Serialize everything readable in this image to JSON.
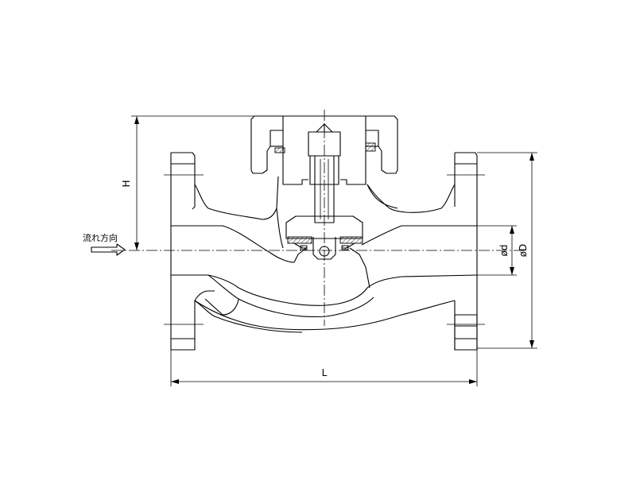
{
  "labels": {
    "height": "H",
    "length": "L",
    "inner_diameter": "ød",
    "outer_diameter": "øD",
    "flow_direction": "流れ方向"
  }
}
